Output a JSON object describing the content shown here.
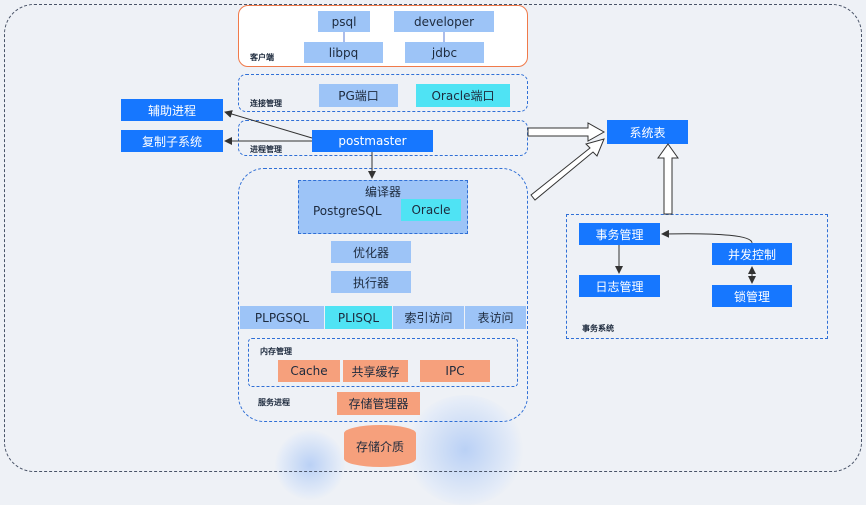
{
  "client": {
    "label": "客户端",
    "psql": "psql",
    "developer": "developer",
    "libpq": "libpq",
    "jdbc": "jdbc"
  },
  "connection": {
    "label": "连接管理",
    "pg_port": "PG端口",
    "oracle_port": "Oracle端口"
  },
  "process": {
    "label": "进程管理",
    "postmaster": "postmaster",
    "aux": "辅助进程",
    "replication": "复制子系统"
  },
  "system_table": "系统表",
  "service": {
    "label": "服务进程",
    "compiler": {
      "title": "编译器",
      "postgresql": "PostgreSQL",
      "oracle": "Oracle"
    },
    "optimizer": "优化器",
    "executor": "执行器",
    "plpgsql": "PLPGSQL",
    "plisql": "PLISQL",
    "index_access": "索引访问",
    "table_access": "表访问",
    "memory": {
      "label": "内存管理",
      "cache": "Cache",
      "shared_buffer": "共享缓存",
      "ipc": "IPC"
    },
    "storage_manager": "存储管理器"
  },
  "storage_medium": "存储介质",
  "transaction": {
    "label": "事务系统",
    "txn_manager": "事务管理",
    "concurrency": "并发控制",
    "log_manager": "日志管理",
    "lock_manager": "锁管理"
  }
}
